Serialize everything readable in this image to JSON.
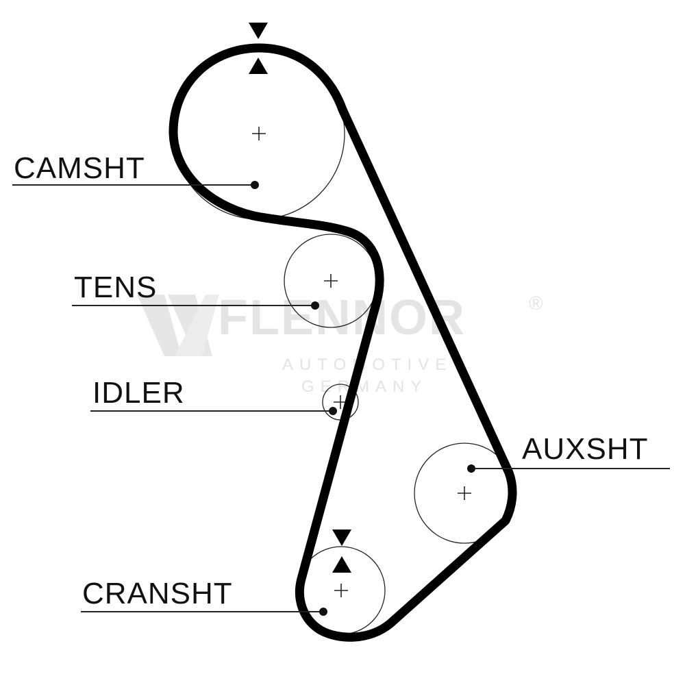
{
  "diagram": {
    "labels": {
      "camshaft": "CAMSHT",
      "tensioner": "TENS",
      "idler": "IDLER",
      "auxshaft": "AUXSHT",
      "crankshaft": "CRANSHT"
    },
    "watermark": {
      "brand": "FLENNOR",
      "registered": "®",
      "line1": "AUTOMOTIVE",
      "line2": "GERMANY"
    },
    "colors": {
      "belt": "#000000",
      "line": "#222222",
      "watermark": "#e4e4e4"
    }
  }
}
